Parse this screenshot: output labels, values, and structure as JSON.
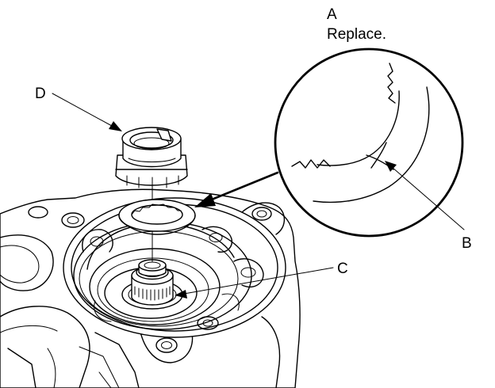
{
  "callouts": {
    "a": {
      "letter": "A",
      "note": "Replace."
    },
    "b": {
      "letter": "B"
    },
    "c": {
      "letter": "C"
    },
    "d": {
      "letter": "D"
    }
  }
}
